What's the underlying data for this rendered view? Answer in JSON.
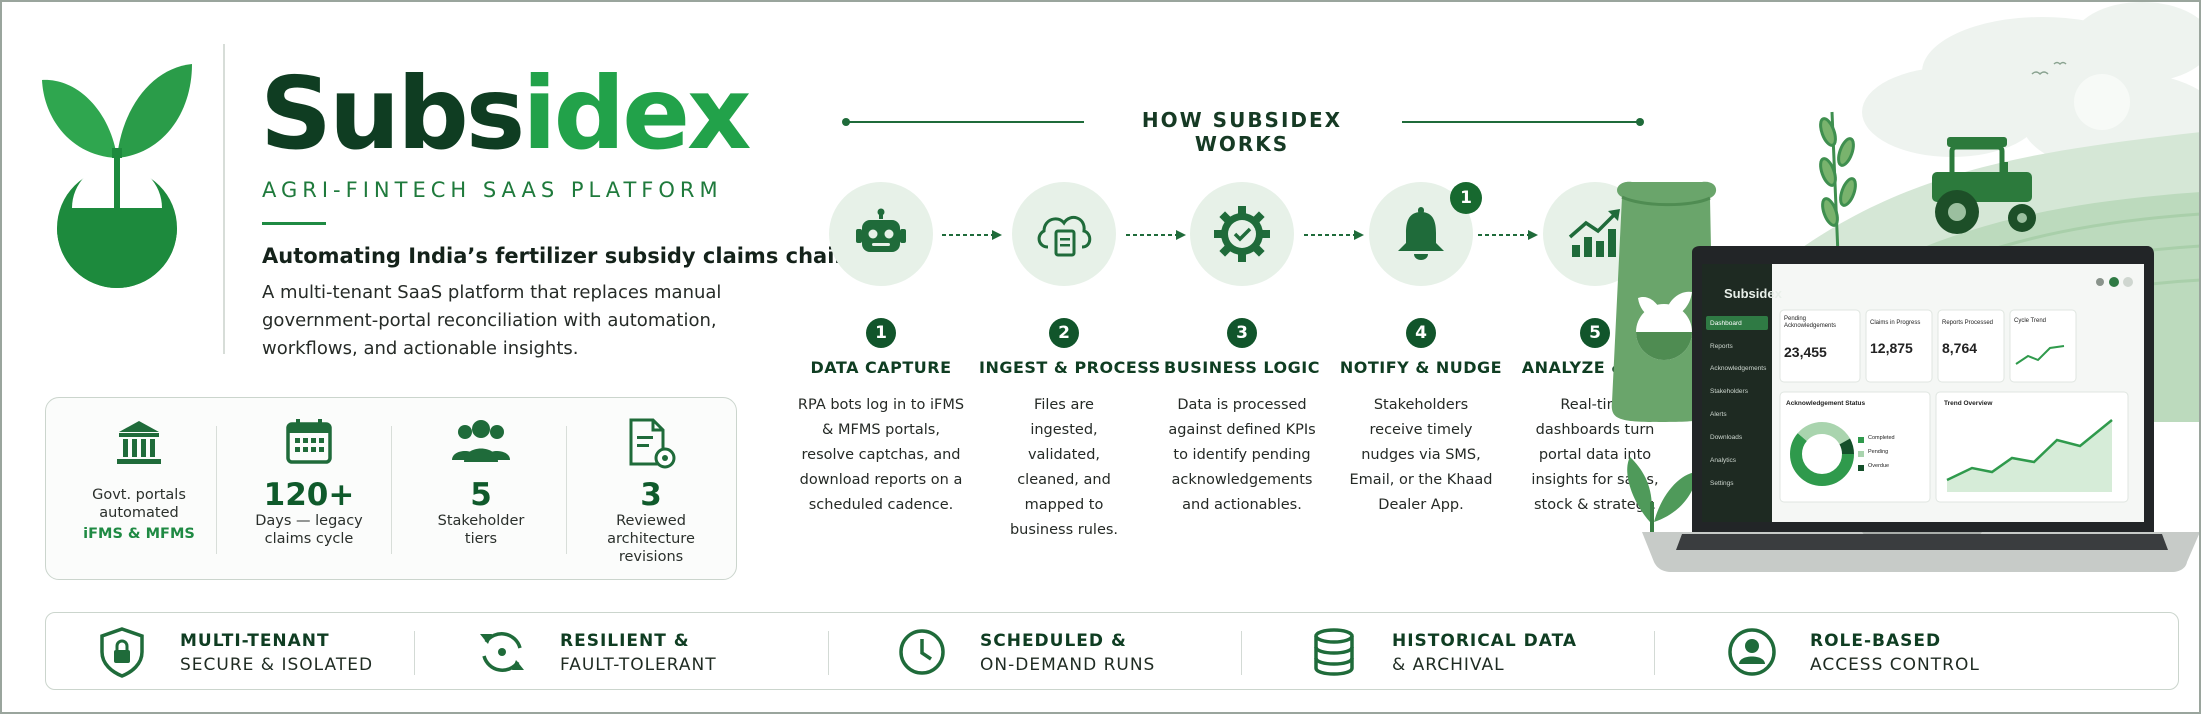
{
  "brand": {
    "name_part1": "Subs",
    "name_part2": "idex",
    "subtitle": "AGRI-FINTECH SAAS PLATFORM",
    "tagline": "Automating India’s fertilizer subsidy claims chain",
    "description": "A multi-tenant SaaS platform that replaces manual government-portal reconciliation with automation, workflows, and actionable insights."
  },
  "stats": [
    {
      "icon": "government-building-icon",
      "big": "",
      "label": "Govt. portals automated",
      "highlight": "iFMS & MFMS"
    },
    {
      "icon": "calendar-icon",
      "big": "120+",
      "label": "Days — legacy claims cycle",
      "highlight": ""
    },
    {
      "icon": "users-icon",
      "big": "5",
      "label": "Stakeholder tiers",
      "highlight": ""
    },
    {
      "icon": "document-gear-icon",
      "big": "3",
      "label": "Reviewed architecture revisions",
      "highlight": ""
    }
  ],
  "how": {
    "title": "HOW SUBSIDEX WORKS",
    "notification_badge": "1",
    "steps": [
      {
        "num": "1",
        "icon": "robot-icon",
        "title": "DATA CAPTURE",
        "desc": "RPA bots log in to iFMS & MFMS portals, resolve captchas, and download reports on a scheduled cadence."
      },
      {
        "num": "2",
        "icon": "cloud-document-icon",
        "title": "INGEST & PROCESS",
        "desc": "Files are ingested, validated, cleaned, and mapped to business rules."
      },
      {
        "num": "3",
        "icon": "gear-check-icon",
        "title": "BUSINESS LOGIC",
        "desc": "Data is processed against defined KPIs to identify pending acknowledgements and actionables."
      },
      {
        "num": "4",
        "icon": "bell-icon",
        "title": "NOTIFY & NUDGE",
        "desc": "Stakeholders receive timely nudges via SMS, Email, or the Khaad Dealer App."
      },
      {
        "num": "5",
        "icon": "growth-chart-icon",
        "title": "ANALYZE & ACT",
        "desc": "Real-time dashboards turn portal data into insights for sales, stock & strategy."
      }
    ]
  },
  "dashboard": {
    "app_name": "Subsidex",
    "nav": [
      "Dashboard",
      "Reports",
      "Acknowledgements",
      "Stakeholders",
      "Alerts",
      "Downloads",
      "Analytics",
      "Settings"
    ],
    "kpis": [
      {
        "label": "Pending Acknowledgements",
        "value": "23,455"
      },
      {
        "label": "Claims in Progress",
        "value": "12,875"
      },
      {
        "label": "Reports Processed",
        "value": "8,764"
      },
      {
        "label": "Cycle Trend",
        "value": ""
      }
    ],
    "ack_title": "Acknowledgement Status",
    "legend": [
      "Completed",
      "Pending",
      "Overdue"
    ],
    "trend_title": "Trend Overview"
  },
  "features": [
    {
      "icon": "shield-lock-icon",
      "line1": "MULTI-TENANT",
      "line2": "SECURE & ISOLATED"
    },
    {
      "icon": "refresh-icon",
      "line1": "RESILIENT &",
      "line2": "FAULT-TOLERANT"
    },
    {
      "icon": "clock-icon",
      "line1": "SCHEDULED &",
      "line2": "ON-DEMAND RUNS"
    },
    {
      "icon": "database-icon",
      "line1": "HISTORICAL DATA",
      "line2": "& ARCHIVAL"
    },
    {
      "icon": "user-circle-icon",
      "line1": "ROLE-BASED",
      "line2": "ACCESS CONTROL"
    }
  ],
  "colors": {
    "primary": "#0f3d22",
    "accent": "#22a24a",
    "light": "#e7f1e8"
  }
}
